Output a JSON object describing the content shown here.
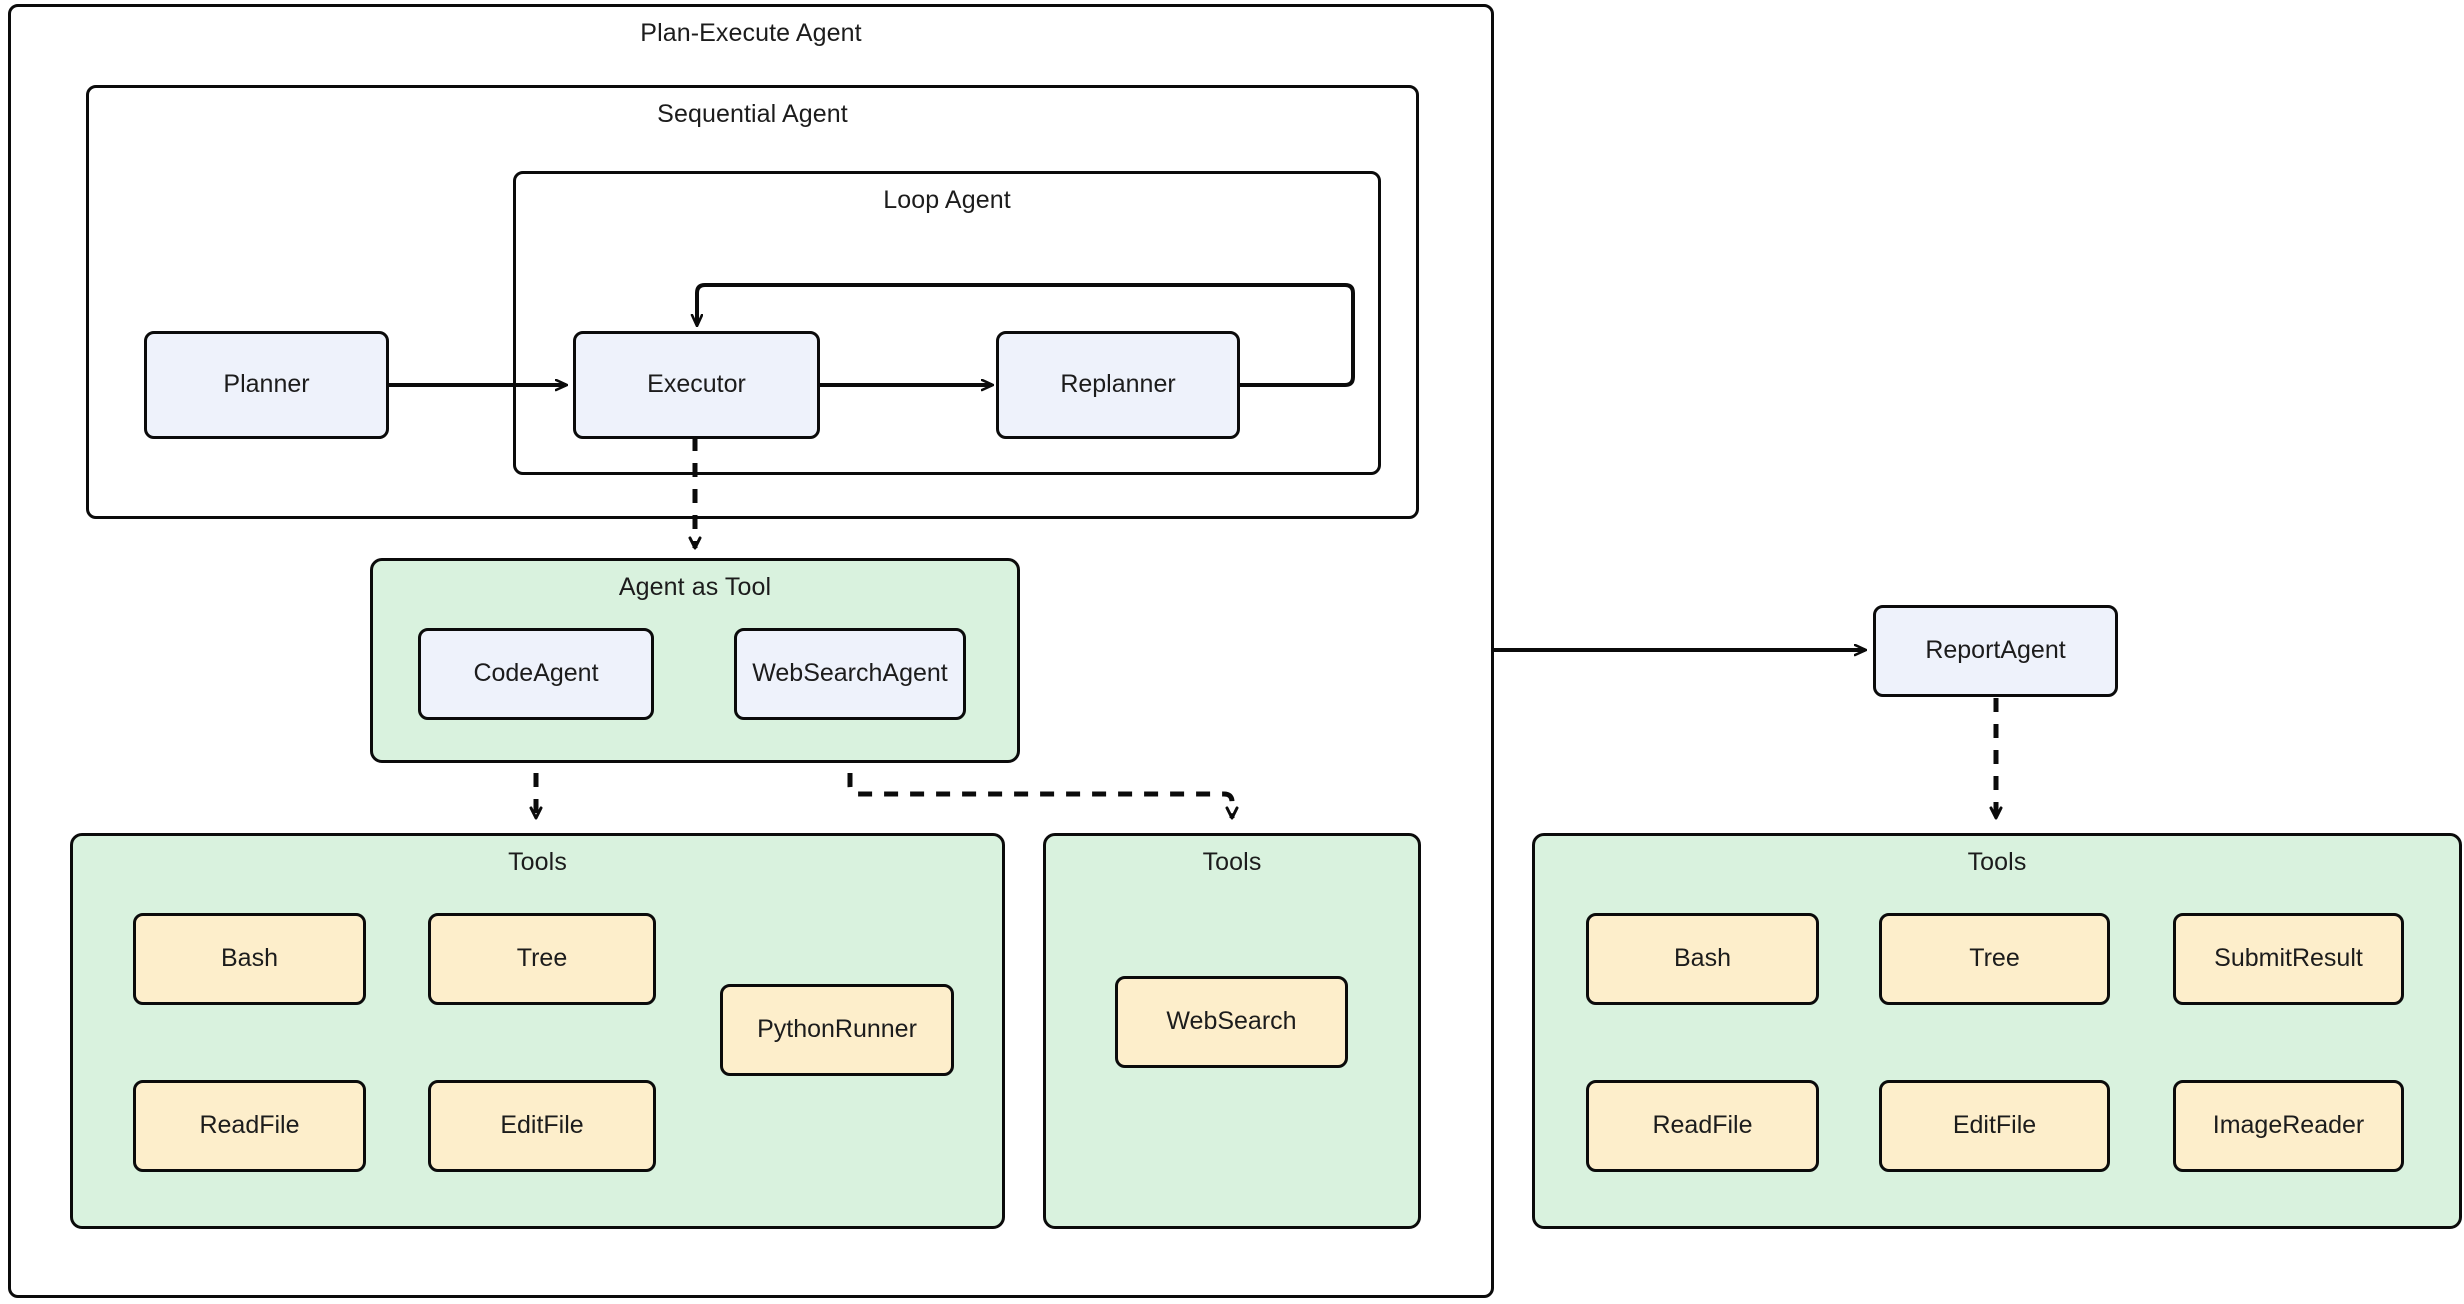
{
  "diagram": {
    "title": "Plan-Execute Agent",
    "colors": {
      "agent_fill": "#eef2fb",
      "tool_fill": "#fdeecb",
      "group_fill": "#d9f2de",
      "stroke": "#0b0b0b",
      "background": "#ffffff"
    }
  },
  "plan_execute_agent": {
    "label": "Plan-Execute Agent",
    "sequential_agent": {
      "label": "Sequential Agent",
      "planner": {
        "label": "Planner"
      },
      "loop_agent": {
        "label": "Loop Agent",
        "executor": {
          "label": "Executor"
        },
        "replanner": {
          "label": "Replanner"
        }
      }
    },
    "agent_as_tool": {
      "label": "Agent as Tool",
      "agents": [
        {
          "label": "CodeAgent"
        },
        {
          "label": "WebSearchAgent"
        }
      ]
    },
    "code_tools": {
      "label": "Tools",
      "tools": [
        {
          "label": "Bash"
        },
        {
          "label": "Tree"
        },
        {
          "label": "PythonRunner"
        },
        {
          "label": "ReadFile"
        },
        {
          "label": "EditFile"
        }
      ]
    },
    "websearch_tools": {
      "label": "Tools",
      "tools": [
        {
          "label": "WebSearch"
        }
      ]
    }
  },
  "report_agent": {
    "label": "ReportAgent",
    "tools_group": {
      "label": "Tools",
      "tools": [
        {
          "label": "Bash"
        },
        {
          "label": "Tree"
        },
        {
          "label": "SubmitResult"
        },
        {
          "label": "ReadFile"
        },
        {
          "label": "EditFile"
        },
        {
          "label": "ImageReader"
        }
      ]
    }
  },
  "edges": [
    {
      "from": "Planner",
      "to": "Executor",
      "style": "solid"
    },
    {
      "from": "Executor",
      "to": "Replanner",
      "style": "solid"
    },
    {
      "from": "Replanner",
      "to": "Executor",
      "style": "solid",
      "kind": "loop-back"
    },
    {
      "from": "Executor",
      "to": "Agent as Tool",
      "style": "dashed"
    },
    {
      "from": "CodeAgent",
      "to": "Tools",
      "style": "dashed"
    },
    {
      "from": "WebSearchAgent",
      "to": "Tools",
      "style": "dashed"
    },
    {
      "from": "Plan-Execute Agent",
      "to": "ReportAgent",
      "style": "solid"
    },
    {
      "from": "ReportAgent",
      "to": "Tools",
      "style": "dashed"
    }
  ]
}
